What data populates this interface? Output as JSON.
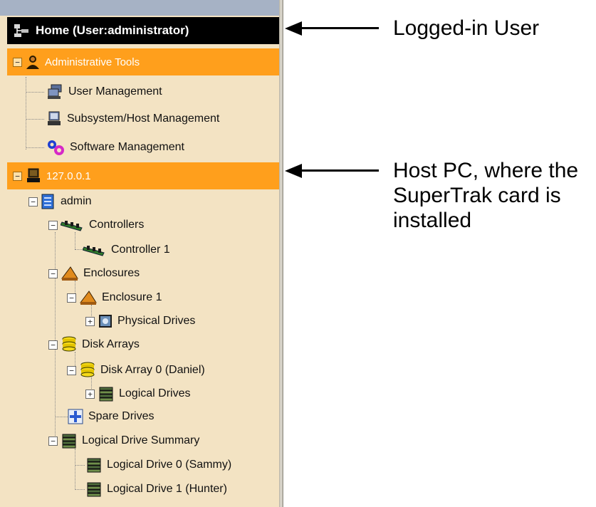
{
  "home": {
    "label": "Home (User:administrator)"
  },
  "admin_tools": {
    "label": "Administrative Tools",
    "items": [
      {
        "label": "User Management"
      },
      {
        "label": "Subsystem/Host Management"
      },
      {
        "label": "Software Management"
      }
    ]
  },
  "host": {
    "label": "127.0.0.1",
    "tree": {
      "admin": "admin",
      "controllers": "Controllers",
      "controller_1": "Controller 1",
      "enclosures": "Enclosures",
      "enclosure_1": "Enclosure 1",
      "physical_drives": "Physical Drives",
      "disk_arrays": "Disk Arrays",
      "disk_array_0": "Disk Array 0 (Daniel)",
      "logical_drives": "Logical Drives",
      "spare_drives": "Spare Drives",
      "logical_drive_summary": "Logical Drive Summary",
      "logical_drive_0": "Logical Drive 0 (Sammy)",
      "logical_drive_1": "Logical Drive 1 (Hunter)"
    }
  },
  "annotations": {
    "logged_in_user": "Logged-in User",
    "host_pc_line1": "Host PC, where the",
    "host_pc_line2": "SuperTrak card is",
    "host_pc_line3": "installed"
  },
  "toggles": {
    "collapse": "−",
    "expand": "+"
  },
  "icons": {
    "home": "network-tree-icon",
    "admin_tools": "user-bust-icon",
    "user_management": "users-computer-icon",
    "subsystem_management": "computer-icon",
    "software_management": "gears-icon",
    "host": "computer-icon",
    "admin": "server-icon",
    "controllers": "raid-card-icon",
    "enclosures": "enclosure-icon",
    "physical_drives": "drive-icon",
    "disk_arrays": "disk-stack-icon",
    "logical_drives": "logical-drive-icon",
    "spare_drives": "spare-drive-icon"
  }
}
